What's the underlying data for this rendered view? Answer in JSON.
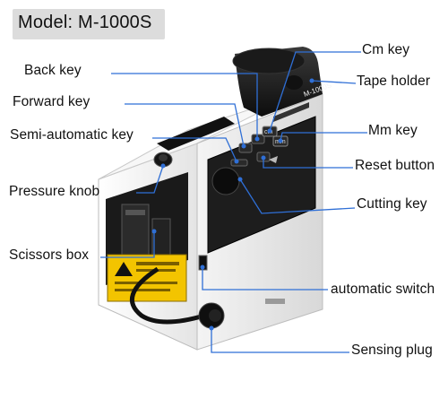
{
  "model": "Model: M-1000S",
  "device_text": {
    "brand": "M-1000S",
    "panel_cm": "cm",
    "panel_mm": "mm"
  },
  "labels": {
    "cm_key": "Cm key",
    "back_key": "Back key",
    "tape_holder": "Tape holder",
    "forward_key": "Forward key",
    "mm_key": "Mm key",
    "semi_automatic_key": "Semi-automatic key",
    "reset_button": "Reset button",
    "pressure_knob": "Pressure knob",
    "cutting_key": "Cutting key",
    "scissors_box": "Scissors box",
    "automatic_switch": "automatic switch",
    "sensing_plug": "Sensing plug"
  },
  "colors": {
    "leader_line": "#2f6fd6",
    "body": "#ececec",
    "panel": "#1a1a1a",
    "warning_label": "#f3c400"
  }
}
